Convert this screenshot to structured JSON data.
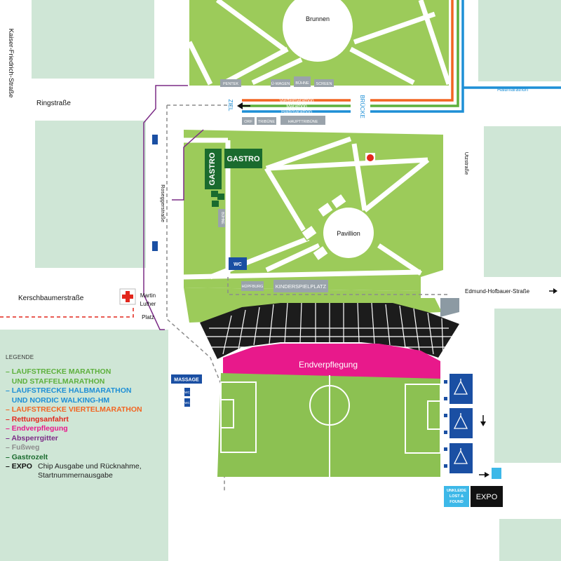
{
  "streets": {
    "kaiser_friedrich": "Kaiser-Friedrich-Straße",
    "ring": "Ringstraße",
    "kerschbaumer": "Kerschbaumerstraße",
    "rosegger": "Roseggerstraße",
    "utz": "Utzstraße",
    "edmund": "Edmund-Hofbauer-Straße"
  },
  "places": {
    "brunnen": "Brunnen",
    "pavillion": "Pavillion",
    "martin_luther": [
      "Martin",
      "Luther",
      "Platz"
    ],
    "kinderspielplatz": "KINDERSPIELPLATZ",
    "huepfburg": "HÜPFBURG",
    "endverpflegung": "Endverpflegung",
    "massage": "MASSAGE",
    "expo": "EXPO",
    "unkleide": [
      "UNKLEIDE",
      "LOST &",
      "FOUND"
    ],
    "gastro_1": "GASTRO",
    "gastro_2": "GASTRO",
    "wc": "WC",
    "buehne_small": "BÜHNE"
  },
  "top_tags": {
    "pentek": "PENTEK",
    "uewagen": "Ü-WAGEN",
    "buehne": "BÜHNE",
    "screen": "SCREEN",
    "orf": "ORF",
    "tribuene": "TRIBÜNE",
    "haupttribuene": "HAUPTTRIBÜNE",
    "ziel": "ZIEL",
    "bruecke": "BRÜCKE"
  },
  "routes": {
    "viertelmarathon": "Viertelmarathon",
    "marathon": "Marathon",
    "halbmarathon": "Halbmarathon",
    "halbmarathon_right": "Halbmarathon"
  },
  "toilet_marks": [
    "WC",
    "WC"
  ],
  "colors": {
    "grass": "#9ccb5a",
    "field": "#8cc152",
    "block": "#cfe6d6",
    "marathon": "#5db03c",
    "halbmarathon": "#1e8fd6",
    "viertelmarathon": "#f26522",
    "rettung": "#e2261c",
    "endverpflegung": "#e8198b",
    "absperrgitter": "#7b2b86",
    "fussweg": "#8c8c8c",
    "gastro": "#1a6b2e",
    "expo": "#111111",
    "tag": "#9aa3ab",
    "blue_icon": "#1a4fa3",
    "cyan": "#3db8e8"
  },
  "legend": {
    "title": "LEGENDE",
    "items": [
      {
        "text": "– LAUFSTRECKE MARATHON",
        "color": "#5db03c"
      },
      {
        "text": "   UND STAFFELMARATHON",
        "color": "#5db03c"
      },
      {
        "text": "– LAUFSTRECKE HALBMARATHON",
        "color": "#1e8fd6"
      },
      {
        "text": "   UND NORDIC WALKING-HM",
        "color": "#1e8fd6"
      },
      {
        "text": "– LAUFSTRECKE VIERTELMARATHON",
        "color": "#f26522"
      },
      {
        "text": "– Rettungsanfahrt",
        "color": "#e2261c"
      },
      {
        "text": "– Endverpflegung",
        "color": "#e8198b"
      },
      {
        "text": "– Absperrgitter",
        "color": "#7b2b86"
      },
      {
        "text": "– Fußweg",
        "color": "#8c8c8c"
      },
      {
        "text": "– Gastrozelt",
        "color": "#1a6b2e"
      }
    ],
    "expo_key": "– EXPO",
    "expo_desc_1": "Chip Ausgabe und Rücknahme,",
    "expo_desc_2": "Startnummernausgabe"
  }
}
